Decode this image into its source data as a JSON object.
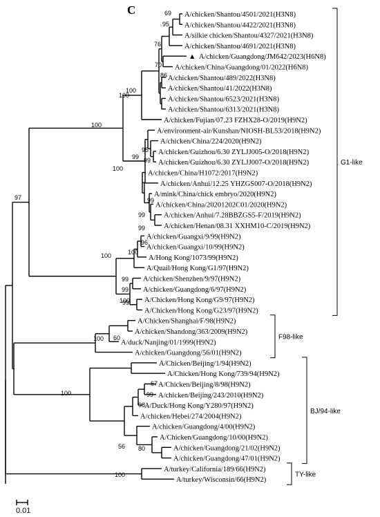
{
  "panel_label": "C",
  "scale_bar": {
    "label": "0.01"
  },
  "leaves": [
    "A/chicken/Shantou/4501/2021(H3N8)",
    "A/chicken/Shantou/4422/2021(H3N8)",
    "A/silkie chicken/Shantou/4327/2021(H3N8)",
    "A/chicken/Shantou/4691/2021(H3N8)",
    "A/chicken/Guangdong/JM642/2023(H6N8)",
    "A/chicken/China/Guangdong/01/2022(H6N8)",
    "A/chicken/Shantou/489/2022(H3N8)",
    "A/chicken/Shantou/41/2022(H3N8)",
    "A/chicken/Shantou/6523/2021(H3N8)",
    "A/chicken/Shantou/6313/2021(H3N8)",
    "A/chicken/Fujian/07.23 FZHX28-O/2019(H9N2)",
    "A/environment-air/Kunshan/NIOSH-BL53/2018(H9N2)",
    "A/chicken/China/224/2020(H9N2)",
    "A/chicken/Guizhou/6.30 ZYLJJ005-O/2018(H9N2)",
    "A/chicken/Guizhou/6.30 ZYLJJ007-O/2018(H9N2)",
    "A/chicken/China/H1072/2017(H9N2)",
    "A/chicken/Anhui/12.25 YHZGS007-O/2018(H9N2)",
    "A/mink/China/chick embryo/2020(H9N2)",
    "A/chicken/China/20201202C01/2020(H9N2)",
    "A/chicken/Anhui/7.28BBZGS5-F/2019(H9N2)",
    "A/chicken/Henan/08.31 XXHM10-C/2019(H9N2)",
    "A/chicken/Guangxi/9/99(H9N2)",
    "A/chicken/Guangxi/10/99(H9N2)",
    "A/Hong Kong/1073/99(H9N2)",
    "A/Quail/Hong Kong/G1/97(H9N2)",
    "A/chicken/Shenzhen/9/97(H9N2)",
    "A/chicken/Guangdong/6/97(H9N2)",
    "A/Chicken/Hong Kong/G9/97(H9N2)",
    "A/Chicken/Hong Kong/G23/97(H9N2)",
    "A/Chicken/Shanghai/F/98(H9N2)",
    "A/chicken/Shandong/363/2009(H9N2)",
    "A/duck/Nanjing/01/1999(H9N2)",
    "A/chicken/Guangdong/56/01(H9N2)",
    "A/Chicken/Beijing/1/94(H9N2)",
    "A/Chicken/Hong Kong/739/94(H9N2)",
    "A/Chicken/Beijing/8/98(H9N2)",
    "A/chicken/Beijing/243/2010(H9N2)",
    "A/Duck/Hong Kong/Y280/97(H9N2)",
    "A/chicken/Hebei/274/2004(H9N2)",
    "A/chicken/Guangdong/4/00(H9N2)",
    "A/Chicken/Guangdong/10/00(H9N2)",
    "A/chicken/Guangdong/21/02(H9N2)",
    "A/chicken/Guangdong/47/01(H9N2)",
    "A/turkey/California/189/66(H9N2)",
    "A/turkey/Wisconsin/66(H9N2)"
  ],
  "highlight_marker": {
    "leaf_index": 4,
    "symbol": "▲"
  },
  "clades": [
    {
      "label": "G1-like",
      "from_leaf": 0,
      "to_leaf": 28
    },
    {
      "label": "F98-like",
      "from_leaf": 29,
      "to_leaf": 32
    },
    {
      "label": "BJ/94-like",
      "from_leaf": 33,
      "to_leaf": 42
    },
    {
      "label": "TY-like",
      "from_leaf": 43,
      "to_leaf": 44
    }
  ],
  "bootstrap": [
    {
      "value": "69"
    },
    {
      "value": "95"
    },
    {
      "value": "76"
    },
    {
      "value": "70"
    },
    {
      "value": "86"
    },
    {
      "value": "100"
    },
    {
      "value": "100"
    },
    {
      "value": "100"
    },
    {
      "value": "95"
    },
    {
      "value": "99"
    },
    {
      "value": "99"
    },
    {
      "value": "100"
    },
    {
      "value": "99"
    },
    {
      "value": "99"
    },
    {
      "value": "99"
    },
    {
      "value": "97"
    },
    {
      "value": "100"
    },
    {
      "value": "96"
    },
    {
      "value": "100"
    },
    {
      "value": "99"
    },
    {
      "value": "100"
    },
    {
      "value": "99"
    },
    {
      "value": "99"
    },
    {
      "value": "60"
    },
    {
      "value": "100"
    },
    {
      "value": "100"
    },
    {
      "value": "67"
    },
    {
      "value": "99"
    },
    {
      "value": "98"
    },
    {
      "value": "56"
    },
    {
      "value": "80"
    },
    {
      "value": "100"
    }
  ]
}
